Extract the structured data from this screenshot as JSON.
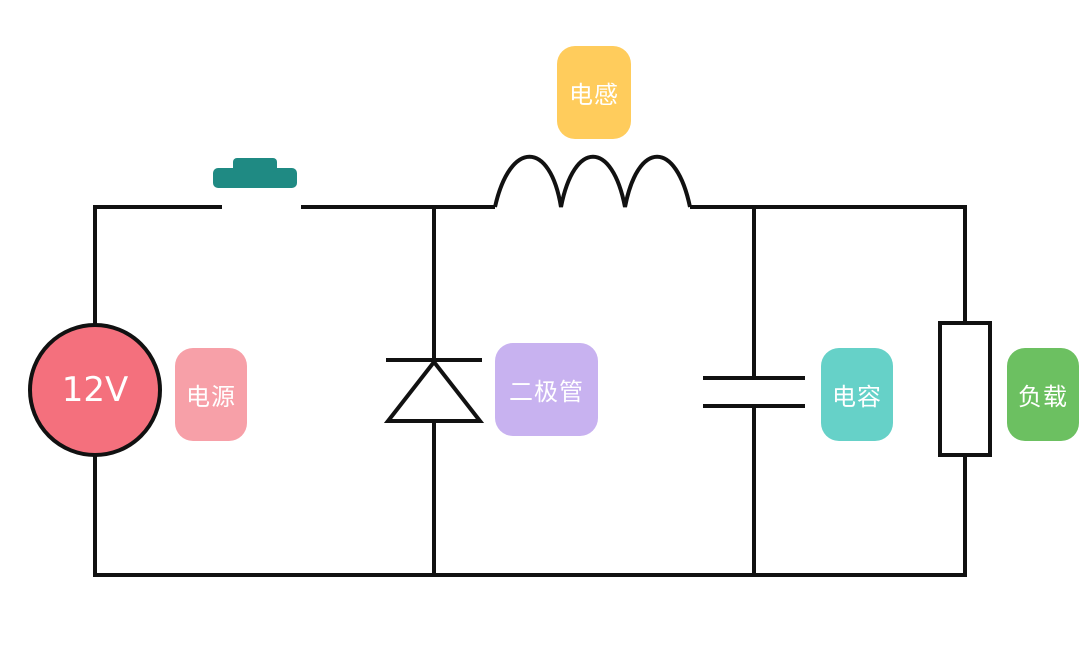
{
  "source": {
    "voltage": "12V",
    "color": "#f4707d"
  },
  "labels": {
    "inductor": "电感",
    "source": "电源",
    "diode": "二极管",
    "capacitor": "电容",
    "load": "负载"
  },
  "colors": {
    "wire": "#111111",
    "switch": "#1f8a83",
    "inductor_tag": "#ffcc5c",
    "source_tag": "#f7a0a8",
    "diode_tag": "#c8b2f0",
    "capacitor_tag": "#66d1c8",
    "load_tag": "#6cc061"
  }
}
